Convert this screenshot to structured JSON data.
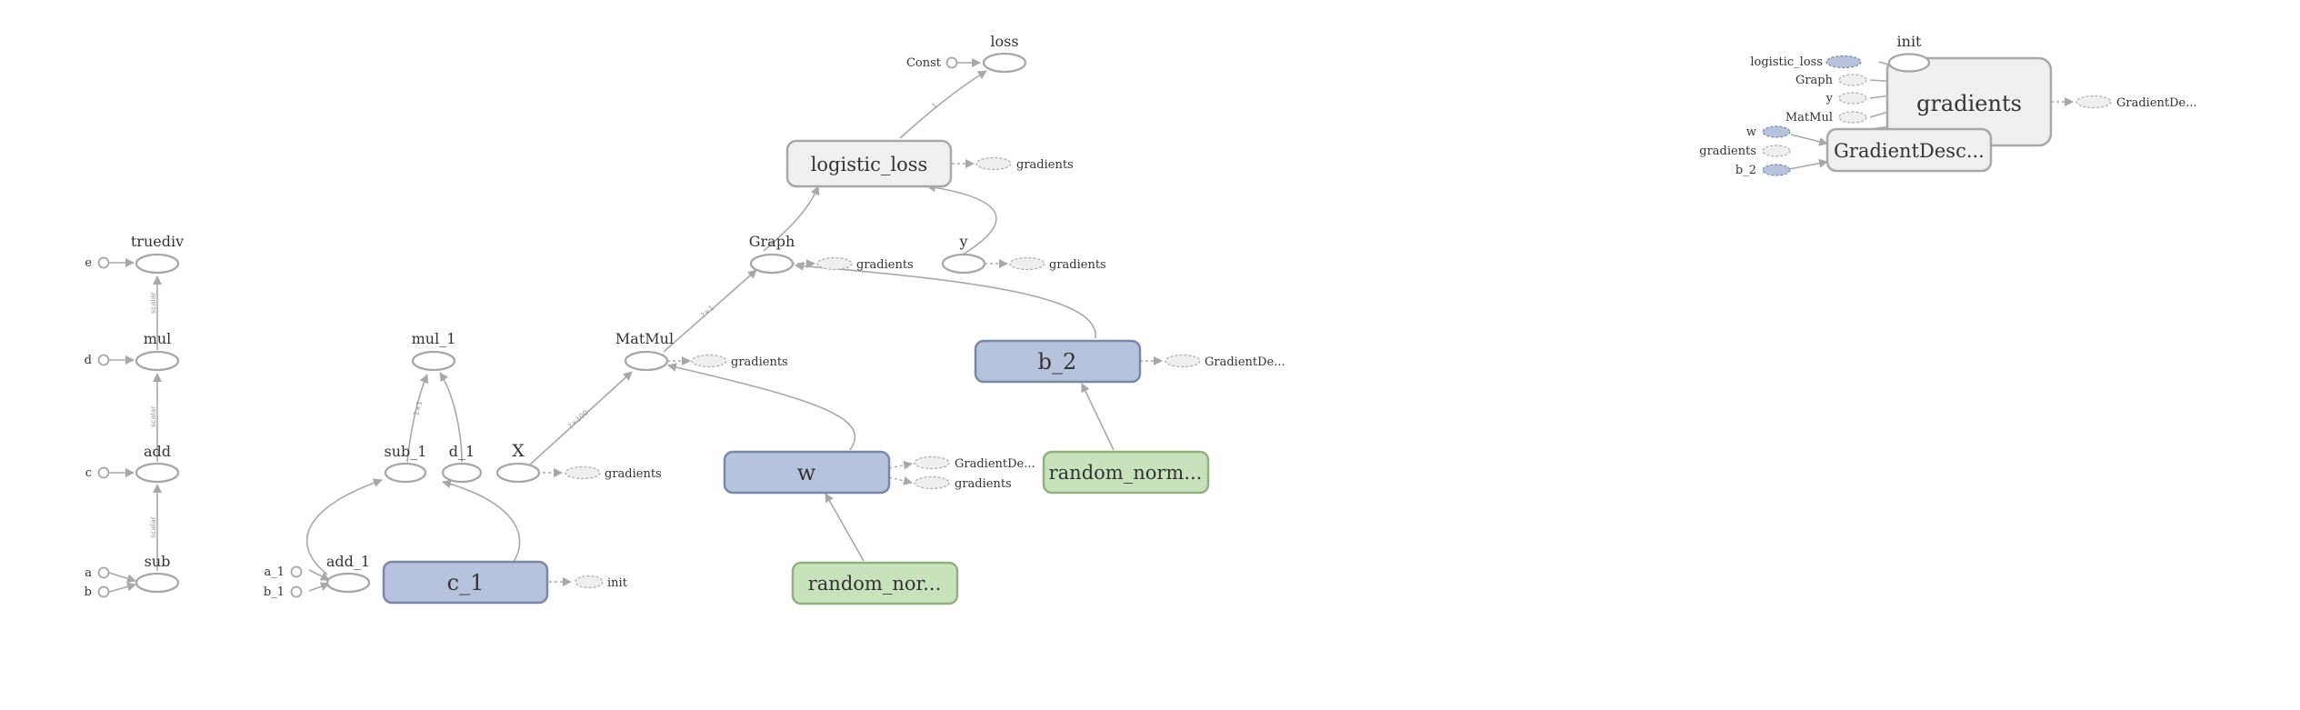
{
  "colors": {
    "edge": "#a8a8a8",
    "namespace_fill": "#f0f0f0",
    "variable_fill": "#b7c2dc",
    "random_fill": "#c8e2bc"
  },
  "main_graph": {
    "nodes": {
      "truediv": "truediv",
      "mul": "mul",
      "add": "add",
      "sub": "sub",
      "e": "e",
      "d": "d",
      "c": "c",
      "a": "a",
      "b": "b",
      "mul_1": "mul_1",
      "sub_1": "sub_1",
      "d_1": "d_1",
      "add_1": "add_1",
      "a_1": "a_1",
      "b_1": "b_1",
      "c_1": "c_1",
      "init_ref": "init",
      "X": "X",
      "X_ref": "gradients",
      "MatMul": "MatMul",
      "MatMul_ref": "gradients",
      "Graph": "Graph",
      "Graph_ref": "gradients",
      "loss": "loss",
      "Const": "Const",
      "logistic_loss": "logistic_loss",
      "logistic_loss_ref": "gradients",
      "y": "y",
      "y_ref": "gradients",
      "b_2": "b_2",
      "b_2_ref": "GradientDe...",
      "w": "w",
      "w_ref1": "GradientDe...",
      "w_ref2": "gradients",
      "random_norm": "random_norm...",
      "random_nor": "random_nor..."
    },
    "edge_labels": {
      "scalar": "scalar",
      "scalar2": "scalar",
      "scalar3": "scalar",
      "x1": "1×1",
      "vec": "?×1",
      "mm": "?×100",
      "one": "1"
    }
  },
  "aux_graph": {
    "init": "init",
    "gradients": "gradients",
    "gradient_descent": "GradientDesc...",
    "out_ref": "GradientDe...",
    "inputs": [
      "logistic_loss",
      "Graph",
      "y",
      "MatMul",
      "w",
      "gradients",
      "b_2"
    ]
  }
}
